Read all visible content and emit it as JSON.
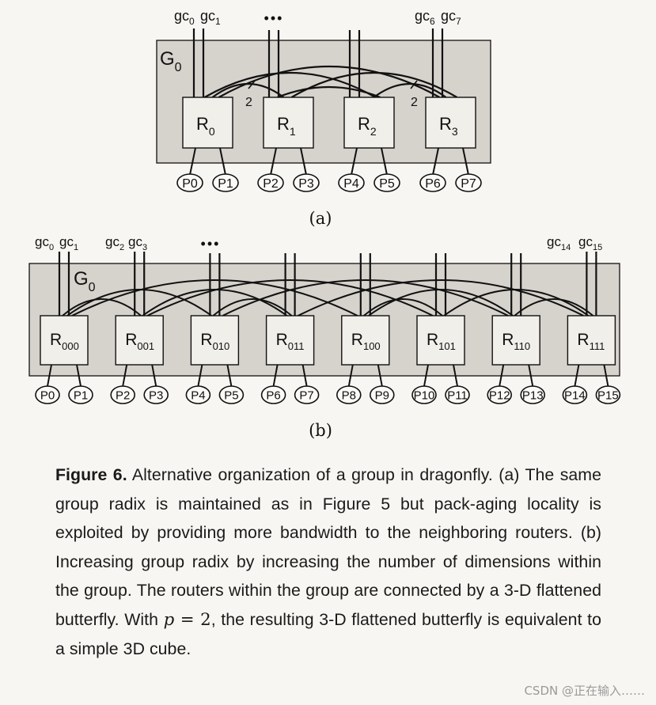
{
  "diagram_a": {
    "group_label": "G",
    "group_sub": "0",
    "global_channels": [
      {
        "base": "gc",
        "sub": "0"
      },
      {
        "base": "gc",
        "sub": "1"
      },
      {
        "base": "gc",
        "sub": "6"
      },
      {
        "base": "gc",
        "sub": "7"
      }
    ],
    "ellipsis": "•••",
    "routers": [
      {
        "base": "R",
        "sub": "0"
      },
      {
        "base": "R",
        "sub": "1"
      },
      {
        "base": "R",
        "sub": "2"
      },
      {
        "base": "R",
        "sub": "3"
      }
    ],
    "link_multiplicity": "2",
    "processors": [
      "P0",
      "P1",
      "P2",
      "P3",
      "P4",
      "P5",
      "P6",
      "P7"
    ],
    "panel_label": "(a)"
  },
  "diagram_b": {
    "group_label": "G",
    "group_sub": "0",
    "global_channels": [
      {
        "base": "gc",
        "sub": "0"
      },
      {
        "base": "gc",
        "sub": "1"
      },
      {
        "base": "gc",
        "sub": "2"
      },
      {
        "base": "gc",
        "sub": "3"
      },
      {
        "base": "gc",
        "sub": "14"
      },
      {
        "base": "gc",
        "sub": "15"
      }
    ],
    "ellipsis": "•••",
    "routers": [
      {
        "base": "R",
        "sub": "000"
      },
      {
        "base": "R",
        "sub": "001"
      },
      {
        "base": "R",
        "sub": "010"
      },
      {
        "base": "R",
        "sub": "011"
      },
      {
        "base": "R",
        "sub": "100"
      },
      {
        "base": "R",
        "sub": "101"
      },
      {
        "base": "R",
        "sub": "110"
      },
      {
        "base": "R",
        "sub": "111"
      }
    ],
    "processors": [
      "P0",
      "P1",
      "P2",
      "P3",
      "P4",
      "P5",
      "P6",
      "P7",
      "P8",
      "P9",
      "P10",
      "P11",
      "P12",
      "P13",
      "P14",
      "P15"
    ],
    "panel_label": "(b)"
  },
  "caption": {
    "label": "Figure 6.",
    "text_1": " Alternative organization of a group in dragonfly. (a) The same group radix is maintained as in Figure 5 but pack-aging locality is exploited by providing more bandwidth to the neighboring routers. (b) Increasing group radix by increasing the number of dimensions within the group. The routers within the group are connected by a 3-D flattened butterfly. With ",
    "math_var": "p",
    "math_eq": " = 2",
    "text_2": ", the resulting 3-D flattened butterfly is equivalent to a simple 3D cube."
  },
  "watermark": "CSDN @正在输入……",
  "colors": {
    "box_fill": "#d6d2cc",
    "router_fill": "#f1efea",
    "stroke": "#111111",
    "background": "#f8f6f2"
  }
}
